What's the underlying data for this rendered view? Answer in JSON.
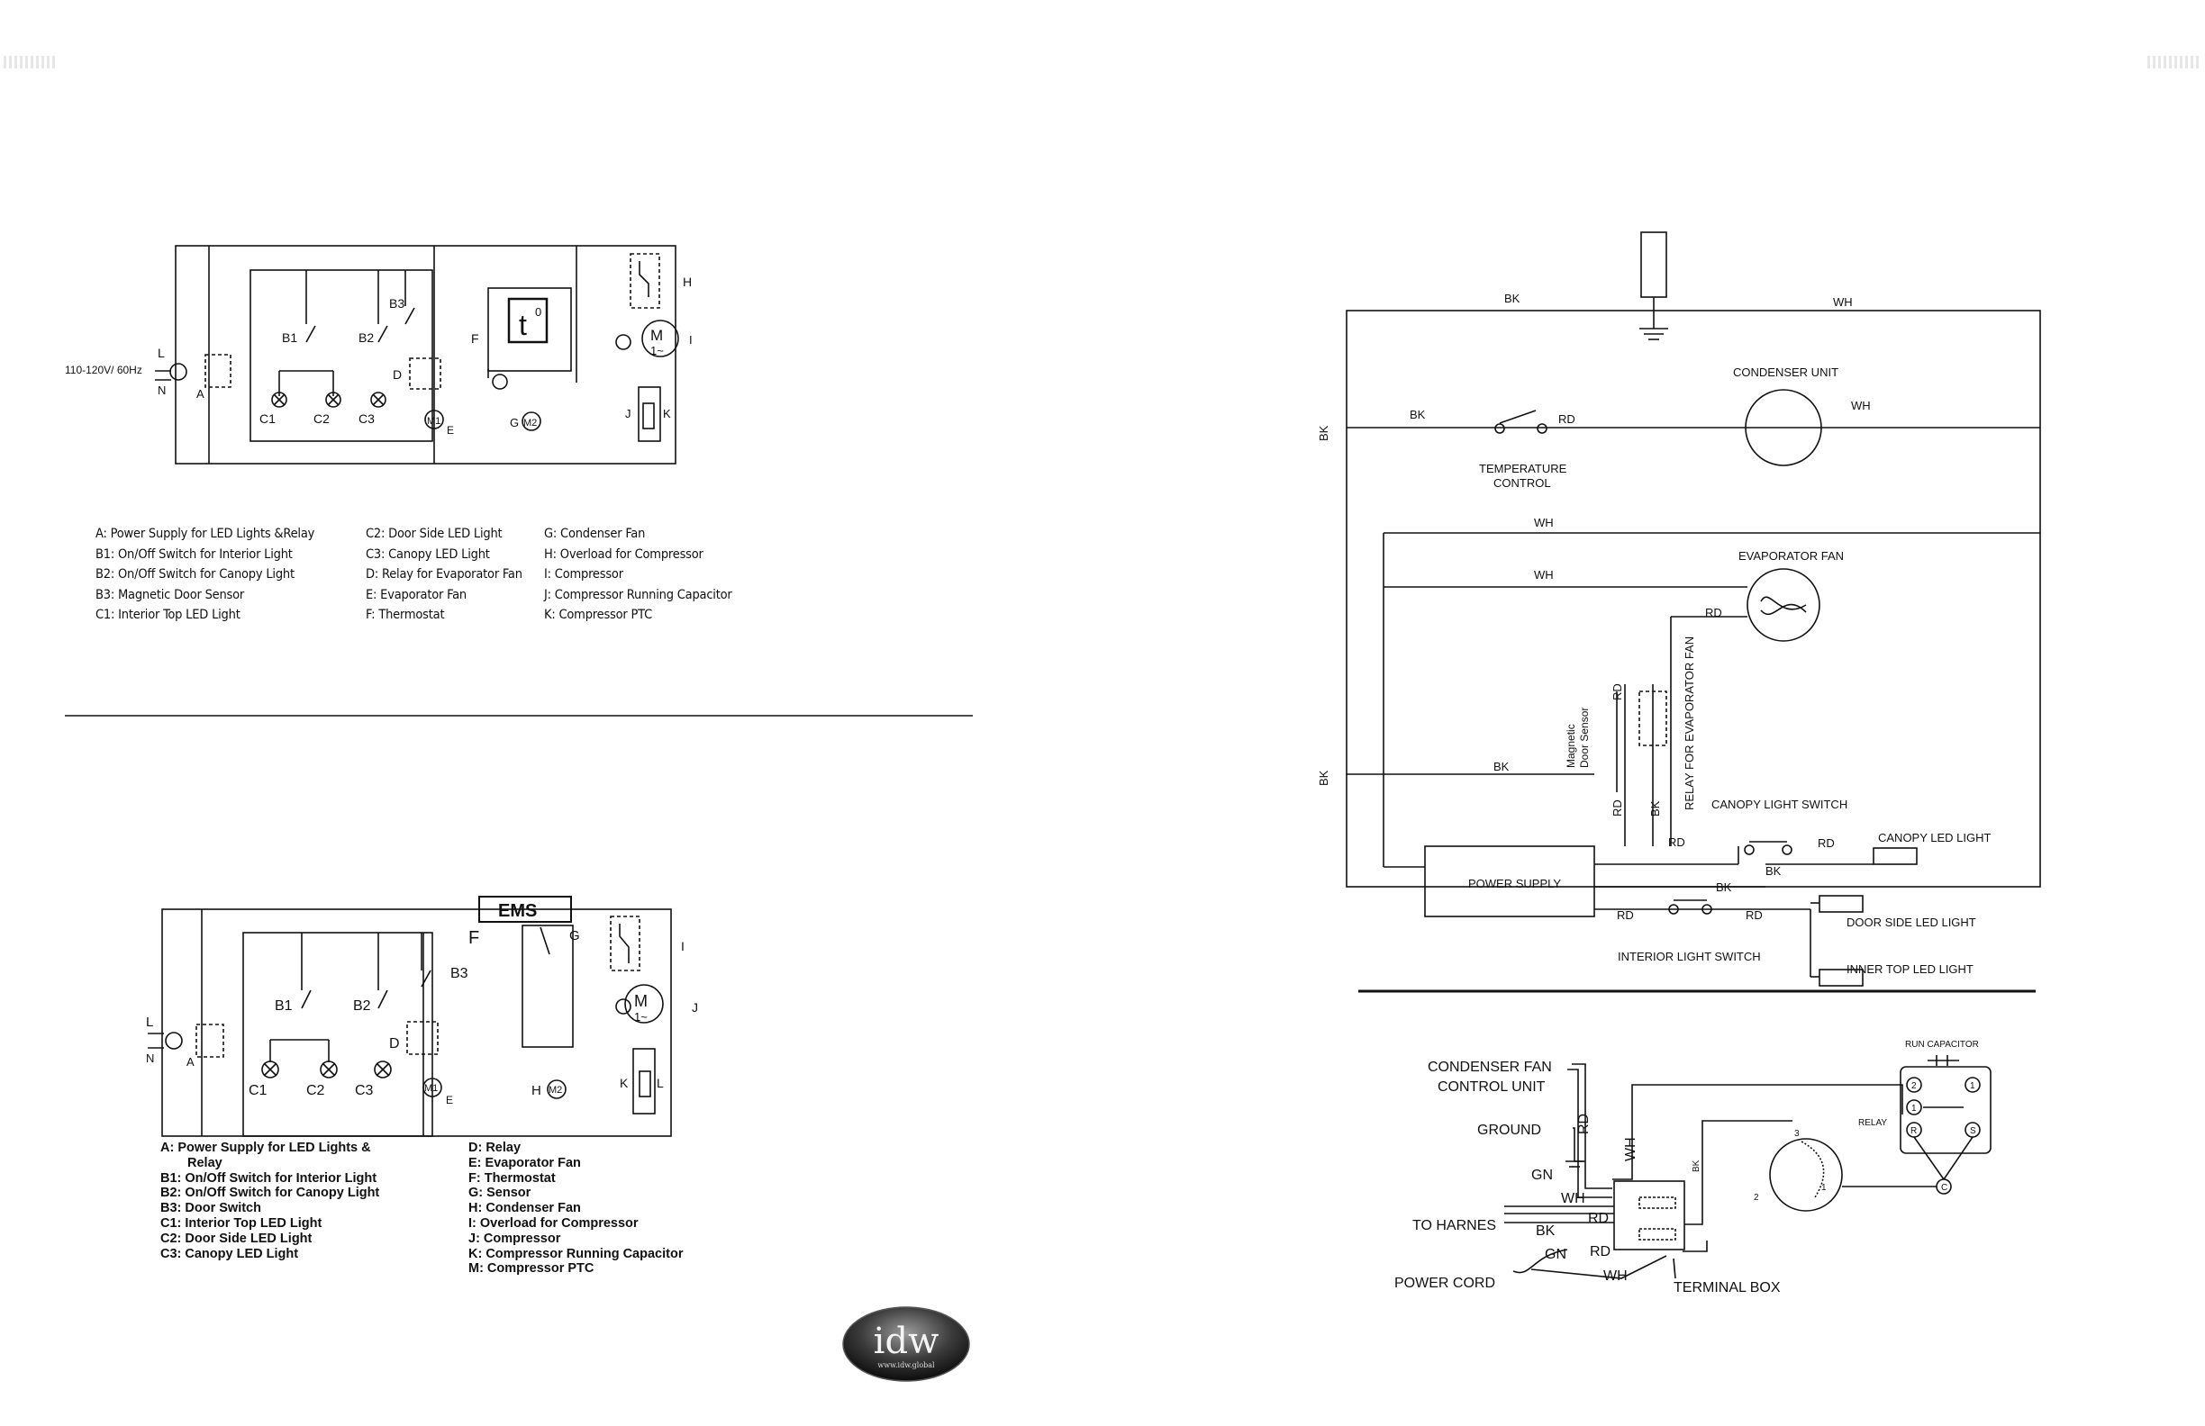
{
  "top_left": {
    "supply_label": "110-120V/ 60Hz",
    "labels": {
      "L": "L",
      "N": "N",
      "A": "A",
      "B1": "B1",
      "B2": "B2",
      "B3": "B3",
      "C1": "C1",
      "C2": "C2",
      "C3": "C3",
      "D": "D",
      "E": "E",
      "F": "F",
      "G": "G",
      "H": "H",
      "I": "I",
      "J": "J",
      "K": "K",
      "t0": "t",
      "deg": "0",
      "M1": "1~",
      "M": "M",
      "Mg": "M2",
      "Ms": "M1"
    },
    "legend": {
      "col1": [
        "A: Power Supply for LED Lights &Relay",
        "B1: On/Off Switch for Interior Light",
        "B2: On/Off Switch for Canopy Light",
        "B3: Magnetic Door Sensor",
        "C1: Interior Top LED Light"
      ],
      "col2": [
        "C2: Door Side LED Light",
        "C3: Canopy LED Light",
        "D: Relay for Evaporator Fan",
        "E: Evaporator Fan",
        "F: Thermostat"
      ],
      "col3": [
        "G: Condenser Fan",
        "H: Overload for Compressor",
        "I: Compressor",
        "J: Compressor Running Capacitor",
        "K: Compressor PTC"
      ]
    }
  },
  "bottom_left": {
    "ems_label": "EMS",
    "labels": {
      "L": "L",
      "N": "N",
      "A": "A",
      "B1": "B1",
      "B2": "B2",
      "B3": "B3",
      "C1": "C1",
      "C2": "C2",
      "C3": "C3",
      "D": "D",
      "E": "E",
      "F": "F",
      "G": "G",
      "H": "H",
      "I": "I",
      "J": "J",
      "K": "K",
      "Lcap": "L",
      "M": "M",
      "M1": "1~",
      "Mg": "M2",
      "Ms": "M1"
    },
    "legend": {
      "col1": [
        "A: Power Supply for LED Lights  &",
        "Relay",
        "B1: On/Off Switch for Interior  Light",
        "B2: On/Off Switch for Canopy Light",
        "B3: Door Switch",
        "C1: Interior Top LED Light",
        "C2: Door Side LED Light",
        "C3: Canopy LED Light"
      ],
      "col2": [
        "D: Relay",
        "E: Evaporator Fan",
        "F: Thermostat",
        "G: Sensor",
        "H: Condenser Fan",
        "I: Overload for Compressor",
        "J: Compressor",
        "K: Compressor Running Capacitor",
        "M: Compressor PTC"
      ]
    }
  },
  "right_top": {
    "wire": {
      "BK": "BK",
      "WH": "WH",
      "RD": "RD"
    },
    "condenser_unit": "CONDENSER  UNIT",
    "temperature_control": [
      "TEMPERATURE",
      "CONTROL"
    ],
    "evaporator_fan": "EVAPORATOR  FAN",
    "magnetic_door_sensor": [
      "Magnetic",
      "Door Sensor"
    ],
    "relay_for_evaporator_fan": "RELAY FOR EVAPORATOR FAN",
    "canopy_light_switch": "CANOPY   LIGHT  SWITCH",
    "canopy_led_light": "CANOPY  LED  LIGHT",
    "power_supply": "POWER  SUPPLY",
    "door_side_led_light": "DOOR  SIDE  LED  LIGHT",
    "interior_light_switch": "INTERIOR   LIGHT  SWITCH",
    "inner_top_led_light": "INNER  TOP  LED  LIGHT"
  },
  "right_bottom": {
    "condenser_fan_control_unit": [
      "CONDENSER FAN",
      "CONTROL UNIT"
    ],
    "ground": "GROUND",
    "to_harnes": "TO HARNES",
    "power_cord": "POWER CORD",
    "terminal_box": "TERMINAL BOX",
    "run_capacitor": "RUN CAPACITOR",
    "relay": "RELAY",
    "wires": {
      "RD": "RD",
      "WH": "WH",
      "GN": "GN",
      "BK": "BK"
    },
    "pins": {
      "2": "2",
      "1": "1",
      "R": "R",
      "S": "S",
      "C": "C",
      "3": "3"
    }
  },
  "logo": {
    "text": "idw",
    "url": "www.idw.global"
  }
}
